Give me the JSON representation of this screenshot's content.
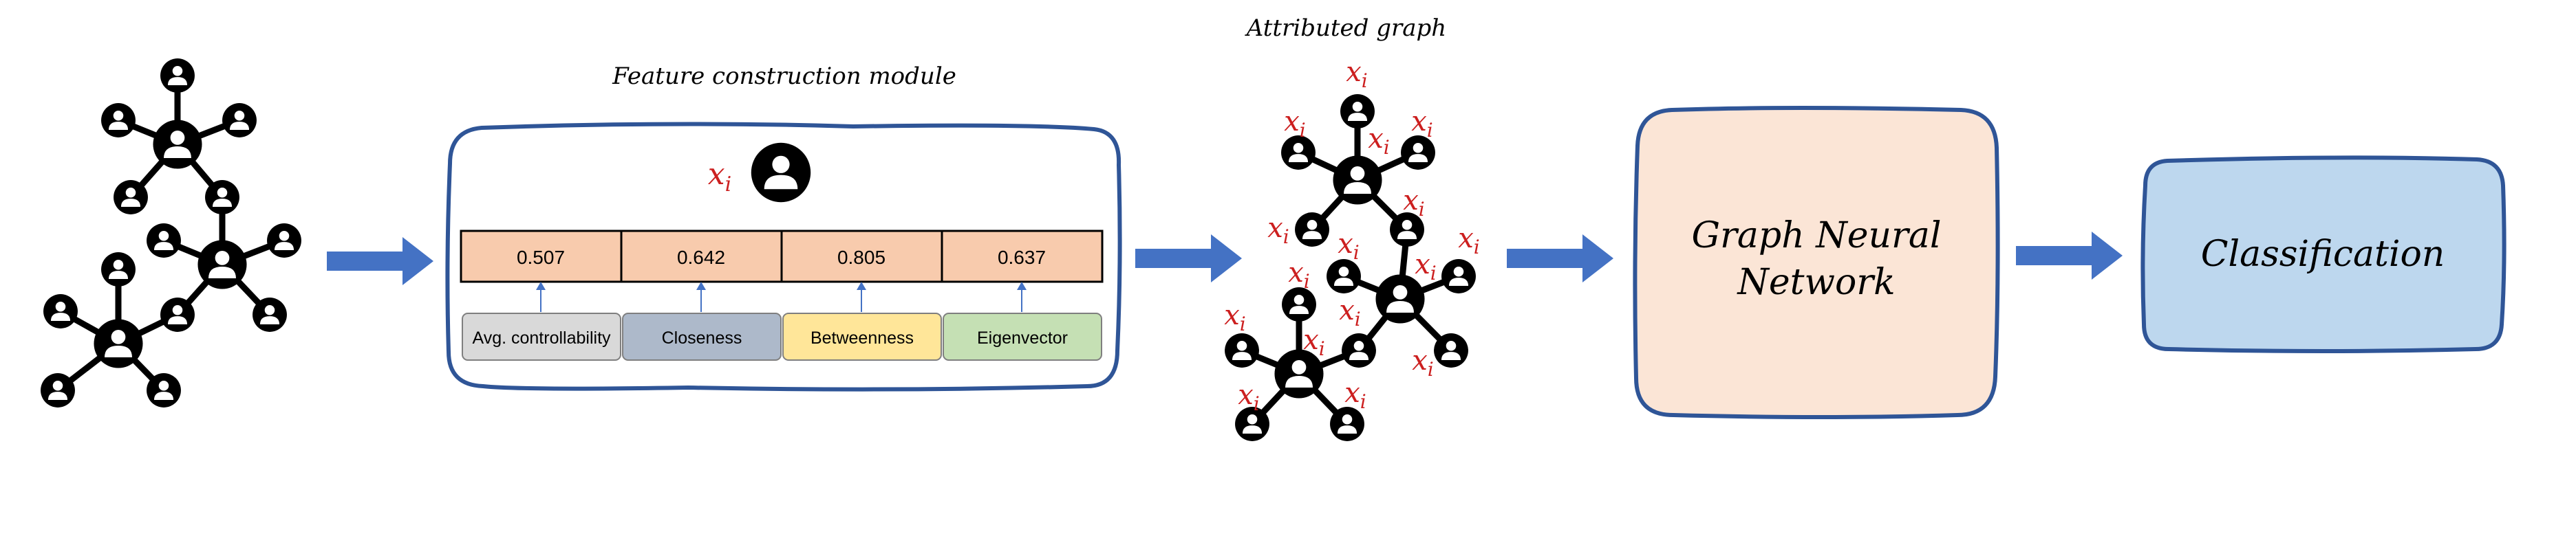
{
  "colors": {
    "node": "#000000",
    "feature_label": "#cc1f1f",
    "arrow": "#4472c4",
    "module_border": "#2f5597",
    "value_cell": "#f8cbad",
    "gnn_box": "#fbe5d6",
    "classification_box": "#bdd7ee",
    "avg_controllability": "#d9d9d9",
    "closeness": "#adb9ca",
    "betweenness": "#ffe699",
    "eigenvector": "#c5e0b4"
  },
  "feature_module": {
    "title": "Feature construction module",
    "node_label": "x_i",
    "values": [
      "0.507",
      "0.642",
      "0.805",
      "0.637"
    ],
    "measures": [
      "Avg. controllability",
      "Closeness",
      "Betweenness",
      "Eigenvector"
    ]
  },
  "attributed_graph": {
    "title": "Attributed graph",
    "node_label": "x_i"
  },
  "gnn": {
    "line1": "Graph Neural",
    "line2": "Network"
  },
  "classification": {
    "label": "Classification"
  },
  "icons": [
    "person-node-icon",
    "right-arrow-icon"
  ]
}
